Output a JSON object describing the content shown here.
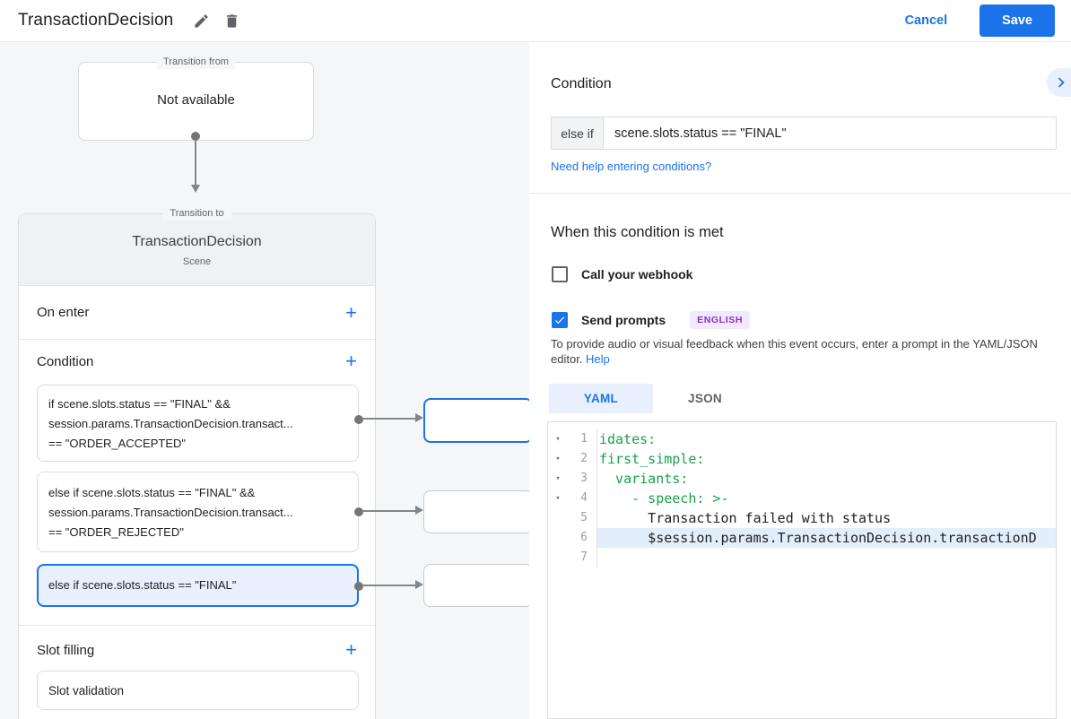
{
  "header": {
    "title": "TransactionDecision",
    "cancel": "Cancel",
    "save": "Save"
  },
  "flow": {
    "transition_from": {
      "legend": "Transition from",
      "value": "Not available"
    },
    "transition_to": {
      "legend": "Transition to",
      "title": "TransactionDecision",
      "type": "Scene",
      "on_enter_label": "On enter",
      "condition_label": "Condition",
      "slot_filling_label": "Slot filling",
      "add_icon": "+",
      "conditions": [
        {
          "selected": false,
          "lines": [
            "if scene.slots.status == \"FINAL\" &&",
            "session.params.TransactionDecision.transact...",
            "== \"ORDER_ACCEPTED\""
          ]
        },
        {
          "selected": false,
          "lines": [
            "else if scene.slots.status == \"FINAL\" &&",
            "session.params.TransactionDecision.transact...",
            "== \"ORDER_REJECTED\""
          ]
        },
        {
          "selected": true,
          "lines": [
            "else if scene.slots.status == \"FINAL\""
          ]
        }
      ],
      "slot_items": [
        {
          "label": "Slot validation"
        }
      ]
    }
  },
  "panel": {
    "title": "Condition",
    "condition_input": {
      "prefix": "else if",
      "value": "scene.slots.status == \"FINAL\""
    },
    "help_link": "Need help entering conditions?",
    "when_met_title": "When this condition is met",
    "webhook": {
      "label": "Call your webhook",
      "checked": false
    },
    "send_prompts": {
      "label": "Send prompts",
      "checked": true,
      "badge": "ENGLISH"
    },
    "prompt_hint": "To provide audio or visual feedback when this event occurs, enter a prompt in the YAML/JSON editor.",
    "prompt_hint_help": "Help",
    "tabs": [
      {
        "label": "YAML",
        "active": true
      },
      {
        "label": "JSON",
        "active": false
      }
    ],
    "editor": {
      "fold_icon": "▾",
      "lines": [
        {
          "num": "1",
          "fold": true,
          "kind": "key",
          "highlighted": false,
          "code": "idates:"
        },
        {
          "num": "2",
          "fold": true,
          "kind": "key",
          "highlighted": false,
          "code": "first_simple:"
        },
        {
          "num": "3",
          "fold": true,
          "kind": "key",
          "highlighted": false,
          "code": "  variants:"
        },
        {
          "num": "4",
          "fold": true,
          "kind": "key",
          "highlighted": false,
          "code": "    - speech: >-"
        },
        {
          "num": "5",
          "fold": false,
          "kind": "plain",
          "highlighted": false,
          "code": "      Transaction failed with status"
        },
        {
          "num": "6",
          "fold": false,
          "kind": "plain",
          "highlighted": true,
          "code": "      $session.params.TransactionDecision.transactionD"
        },
        {
          "num": "7",
          "fold": false,
          "kind": "plain",
          "highlighted": false,
          "code": ""
        }
      ]
    }
  },
  "colors": {
    "accent": "#1a73e8",
    "accent_bg": "#e8f0fe",
    "code_green": "#1ca04c",
    "badge_bg": "#f3e8fd",
    "badge_text": "#8430ce"
  }
}
